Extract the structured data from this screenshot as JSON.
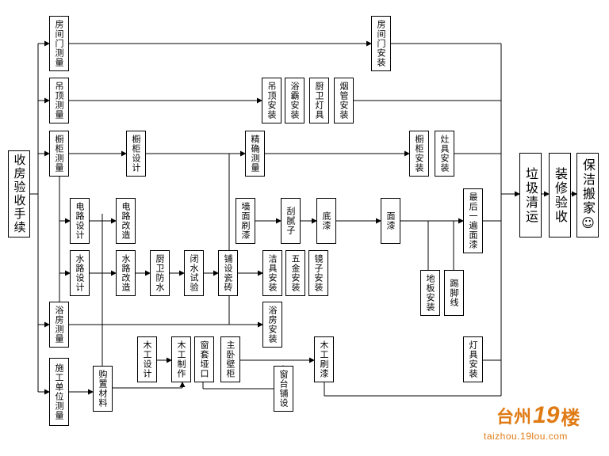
{
  "diagram": {
    "nodes": {
      "shoufang": "收房验收手续",
      "fangjianmen_cl": "房间门测量",
      "diaoding_cl": "吊顶测量",
      "chugui_cl": "橱柜测量",
      "dianlu_sj": "电路设计",
      "dianlu_gz": "电路改造",
      "shuilu_sj": "水路设计",
      "shuilu_gz": "水路改造",
      "chuwei_fs": "厨卫防水",
      "bishui_sy": "闭水试验",
      "pushe_cz": "铺设瓷砖",
      "yufang_cl": "浴房测量",
      "shigong_cl": "施工单位测量",
      "gouzhi_cl": "购置材料",
      "mugong_sj": "木工设计",
      "mugong_zz": "木工制作",
      "chuangtao": "窗套垭口",
      "zhuwo_bg": "主卧壁柜",
      "chuangtai": "窗台铺设",
      "mugong_sq": "木工刷漆",
      "chugui_sj": "橱柜设计",
      "jingque_cl": "精确测量",
      "qiangmian": "墙面刷漆",
      "guanizi": "刮腻子",
      "diqi": "底漆",
      "mianqi": "面漆",
      "zuihou_mianqi": "最后一遍面漆",
      "jieju": "洁具安装",
      "wujin": "五金安装",
      "jingzi": "镜子安装",
      "yufang_az": "浴房安装",
      "diaoding_az": "吊顶安装",
      "yuba_az": "浴霸安装",
      "chuwei_dj": "厨卫灯具",
      "yanguan_az": "烟管安装",
      "fangjianmen_az": "房间门安装",
      "chugui_az": "橱柜安装",
      "zaoju_az": "灶具安装",
      "diban_az": "地板安装",
      "tijiaoxian": "踢脚线",
      "dengju_az": "灯具安装",
      "laji": "垃圾清运",
      "zhuangxiu_ys": "装修验收",
      "baojie": "保洁搬家☺"
    }
  },
  "watermark": {
    "logo_a": "台州",
    "logo_b": "19",
    "logo_c": "楼",
    "url": "taizhou.19lou.com"
  },
  "colors": {
    "line": "#000000",
    "border": "#000000",
    "watermark": "#e07b14"
  }
}
